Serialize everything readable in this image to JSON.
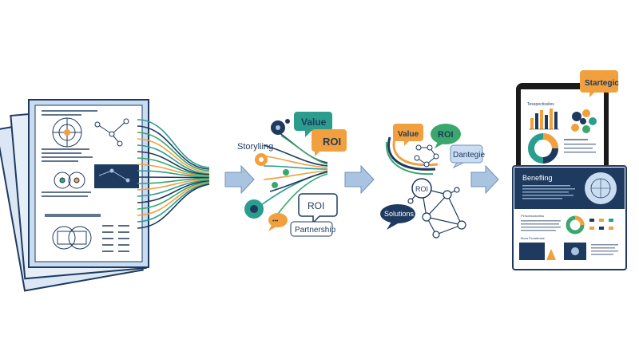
{
  "colors": {
    "navy": "#1f3a5f",
    "teal": "#2a9d8f",
    "green": "#3aa76d",
    "orange": "#f2a03d",
    "light_blue": "#a8c4e0",
    "doc_blue": "#c9dcf0"
  },
  "stage1": {
    "description_labels": []
  },
  "stage2": {
    "storytelling": "Storyliing",
    "value": "Value",
    "roi_top": "ROI",
    "roi_bottom": "ROI",
    "partnership": "Partnership",
    "small_bubble": "•••"
  },
  "stage3": {
    "value": "Value",
    "roi": "ROI",
    "dantegie": "Dantegie",
    "roi_node": "ROI",
    "solutions": "Solutions"
  },
  "stage4": {
    "tablet_header": "Tesepectissites",
    "startegic": "Startegic",
    "benefling": "Benefling",
    "section_label": "Persdesstiontiss",
    "footer_label": "Brow Proaterase"
  }
}
